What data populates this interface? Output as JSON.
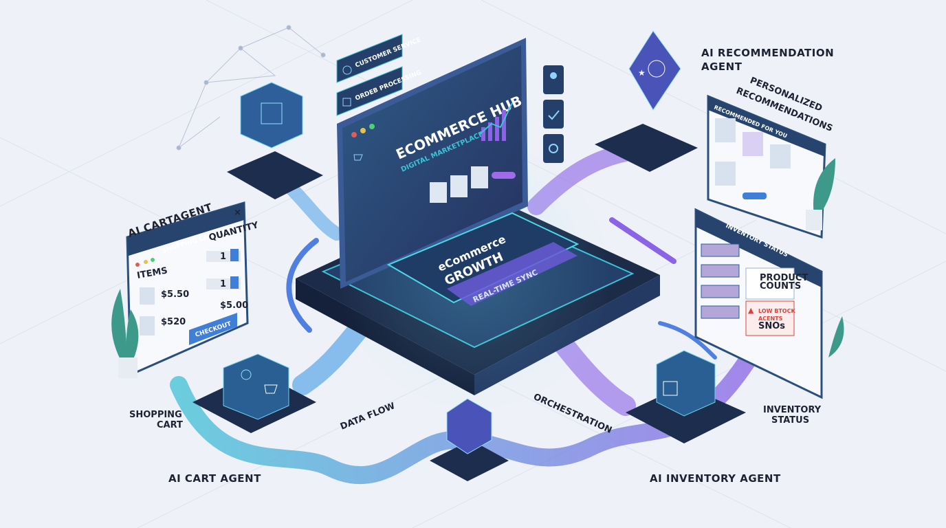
{
  "colors": {
    "background": "#eef1f7",
    "navy": "#1f3557",
    "teal": "#3fc1d6",
    "purple": "#8a63e6",
    "blue": "#3f7fd8",
    "alert": "#d9423a"
  },
  "hub": {
    "title": "ECOMMERCE HUB",
    "subtitle": "DIGITAL MARKETPLACE",
    "side_labels": [
      "CUSTOMER SERVICE",
      "ORDEB PROCESSING"
    ],
    "side_icons": [
      "headset-icon",
      "box-icon"
    ],
    "right_icons": [
      "user-icon",
      "checkbox-icon",
      "gear-icon"
    ]
  },
  "platform": {
    "title_line1": "eCommerce",
    "title_line2": "GROWTH",
    "sync_label": "REAL-TIME SYNC"
  },
  "cart_panel": {
    "header_label": "AI CARTAGENT",
    "title": "SHOPPING CART",
    "quantity_header": "QUANTITY",
    "items_header": "ITEMS",
    "items": [
      {
        "icon": "sweater-icon",
        "price": "$5.50",
        "qty": "1"
      },
      {
        "icon": "pants-icon",
        "price": "$520",
        "qty": "1"
      }
    ],
    "total": "$5.00",
    "checkout": "CHECKOUT"
  },
  "recommendation": {
    "agent_label_line1": "AI RECOMMENDATION",
    "agent_label_line2": "AGENT",
    "heading_line1": "PERSONALIZED",
    "heading_line2": "RECOMMENDATIONS",
    "panel_title": "RECOMMENDED FOR YOU",
    "products": [
      "tshirt-icon",
      "shirt-icon",
      "backpack-icon",
      "heels-icon"
    ]
  },
  "inventory_panel": {
    "title": "INVENTORY STATUS",
    "counts_label_line1": "PRODUCT",
    "counts_label_line2": "COUNTS",
    "alert_line1": "LOW BTOCK",
    "alert_line2": "ACENTS",
    "alert_line3": "SNOs"
  },
  "labels": {
    "shopping_cart_line1": "SHOPPING",
    "shopping_cart_line2": "CART",
    "ai_cart_agent": "AI CART AGENT",
    "data_flow": "DATA FLOW",
    "orchestration": "ORCHESTRATION",
    "ai_inventory_agent": "AI INVENTORY AGENT",
    "inventory_status_line1": "INVENTORY",
    "inventory_status_line2": "STATUS"
  }
}
